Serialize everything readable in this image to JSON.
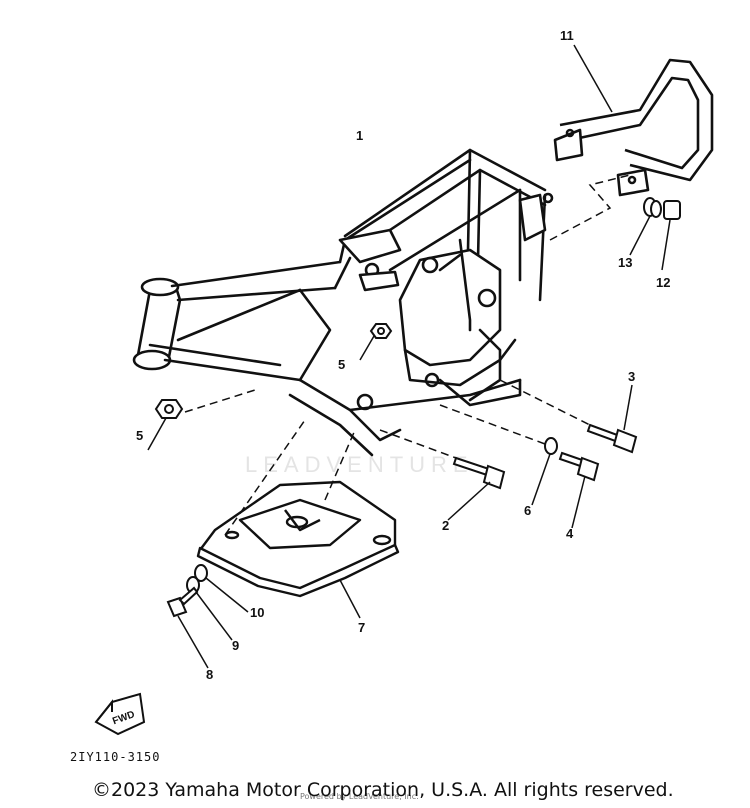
{
  "callouts": [
    {
      "id": "1",
      "label": "1"
    },
    {
      "id": "2",
      "label": "2"
    },
    {
      "id": "3",
      "label": "3"
    },
    {
      "id": "4",
      "label": "4"
    },
    {
      "id": "5a",
      "label": "5"
    },
    {
      "id": "5b",
      "label": "5"
    },
    {
      "id": "6",
      "label": "6"
    },
    {
      "id": "7",
      "label": "7"
    },
    {
      "id": "8",
      "label": "8"
    },
    {
      "id": "9",
      "label": "9"
    },
    {
      "id": "10",
      "label": "10"
    },
    {
      "id": "11",
      "label": "11"
    },
    {
      "id": "12",
      "label": "12"
    },
    {
      "id": "13",
      "label": "13"
    }
  ],
  "fwd_label": "FWD",
  "part_number": "2IY110-3150",
  "copyright": "©2023 Yamaha Motor Corporation, U.S.A. All rights reserved.",
  "watermark": "LEADVENTURE",
  "sub_watermark": "Powered by LeadVenture, Inc.",
  "colors": {
    "line": "#111111",
    "paper": "#ffffff",
    "watermark": "#e4e4e4"
  }
}
